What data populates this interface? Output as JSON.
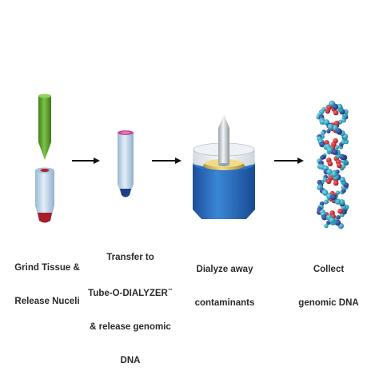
{
  "steps": [
    {
      "line1": "Grind Tissue &",
      "line2": "Release Nuceli"
    },
    {
      "line1": "Transfer to",
      "line2_main": "Tube-O-DIALYZER",
      "line2_mark": "™",
      "line3": "& release genomic",
      "line4": "DNA"
    },
    {
      "line1": "Dialyze away",
      "line2": "contaminants"
    },
    {
      "line1": "Collect",
      "line2": "genomic DNA"
    }
  ],
  "colors": {
    "pestle_green": "#5aa02c",
    "tube_body": "#bfd6ea",
    "tube_tip_red": "#a81e2a",
    "tube_tip_navy": "#1f3f86",
    "cap_pink": "#d54aa0",
    "dialyzer_blue": "#2a6fc4",
    "dialyzer_gold": "#d9bf55",
    "dna_red": "#c41e2b",
    "dna_cyan": "#2aa7c8",
    "arrow_black": "#111111"
  },
  "icons": [
    "pestle-icon",
    "microtube-icon",
    "dialyzer-tube-icon",
    "dialyzer-float-icon",
    "dna-helix-icon",
    "arrow-right-icon"
  ]
}
